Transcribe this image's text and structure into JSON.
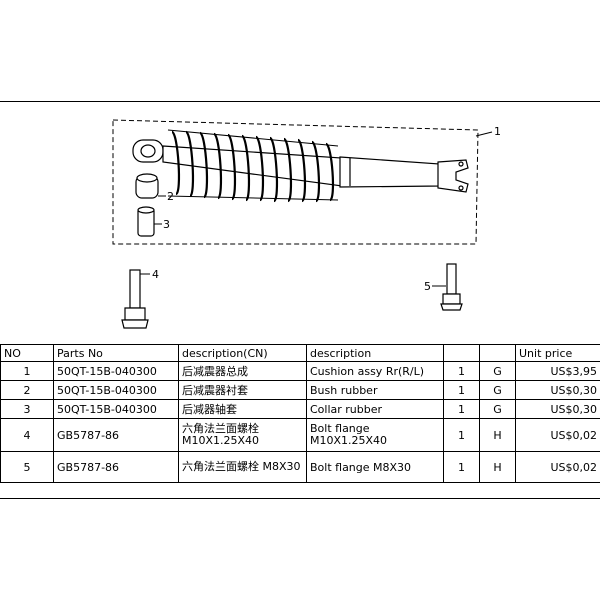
{
  "callouts": [
    "1",
    "2",
    "3",
    "4",
    "5"
  ],
  "table": {
    "headers": [
      "NO",
      "Parts No",
      "description(CN)",
      "description",
      "",
      "",
      "Unit price"
    ],
    "rows": [
      {
        "no": "1",
        "part_no": "50QT-15B-040300",
        "desc_cn": "后减震器总成",
        "desc": "Cushion assy Rr(R/L)",
        "qty": "1",
        "code": "G",
        "price": "US$3,95"
      },
      {
        "no": "2",
        "part_no": "50QT-15B-040300",
        "desc_cn": "后减震器衬套",
        "desc": "Bush rubber",
        "qty": "1",
        "code": "G",
        "price": "US$0,30"
      },
      {
        "no": "3",
        "part_no": "50QT-15B-040300",
        "desc_cn": "后减器轴套",
        "desc": "Collar rubber",
        "qty": "1",
        "code": "G",
        "price": "US$0,30"
      },
      {
        "no": "4",
        "part_no": "GB5787-86",
        "desc_cn": "六角法兰面螺栓 M10X1.25X40",
        "desc": "Bolt flange M10X1.25X40",
        "qty": "1",
        "code": "H",
        "price": "US$0,02"
      },
      {
        "no": "5",
        "part_no": "GB5787-86",
        "desc_cn": "六角法兰面螺栓 M8X30",
        "desc": "Bolt flange M8X30",
        "qty": "1",
        "code": "H",
        "price": "US$0,02"
      }
    ]
  }
}
